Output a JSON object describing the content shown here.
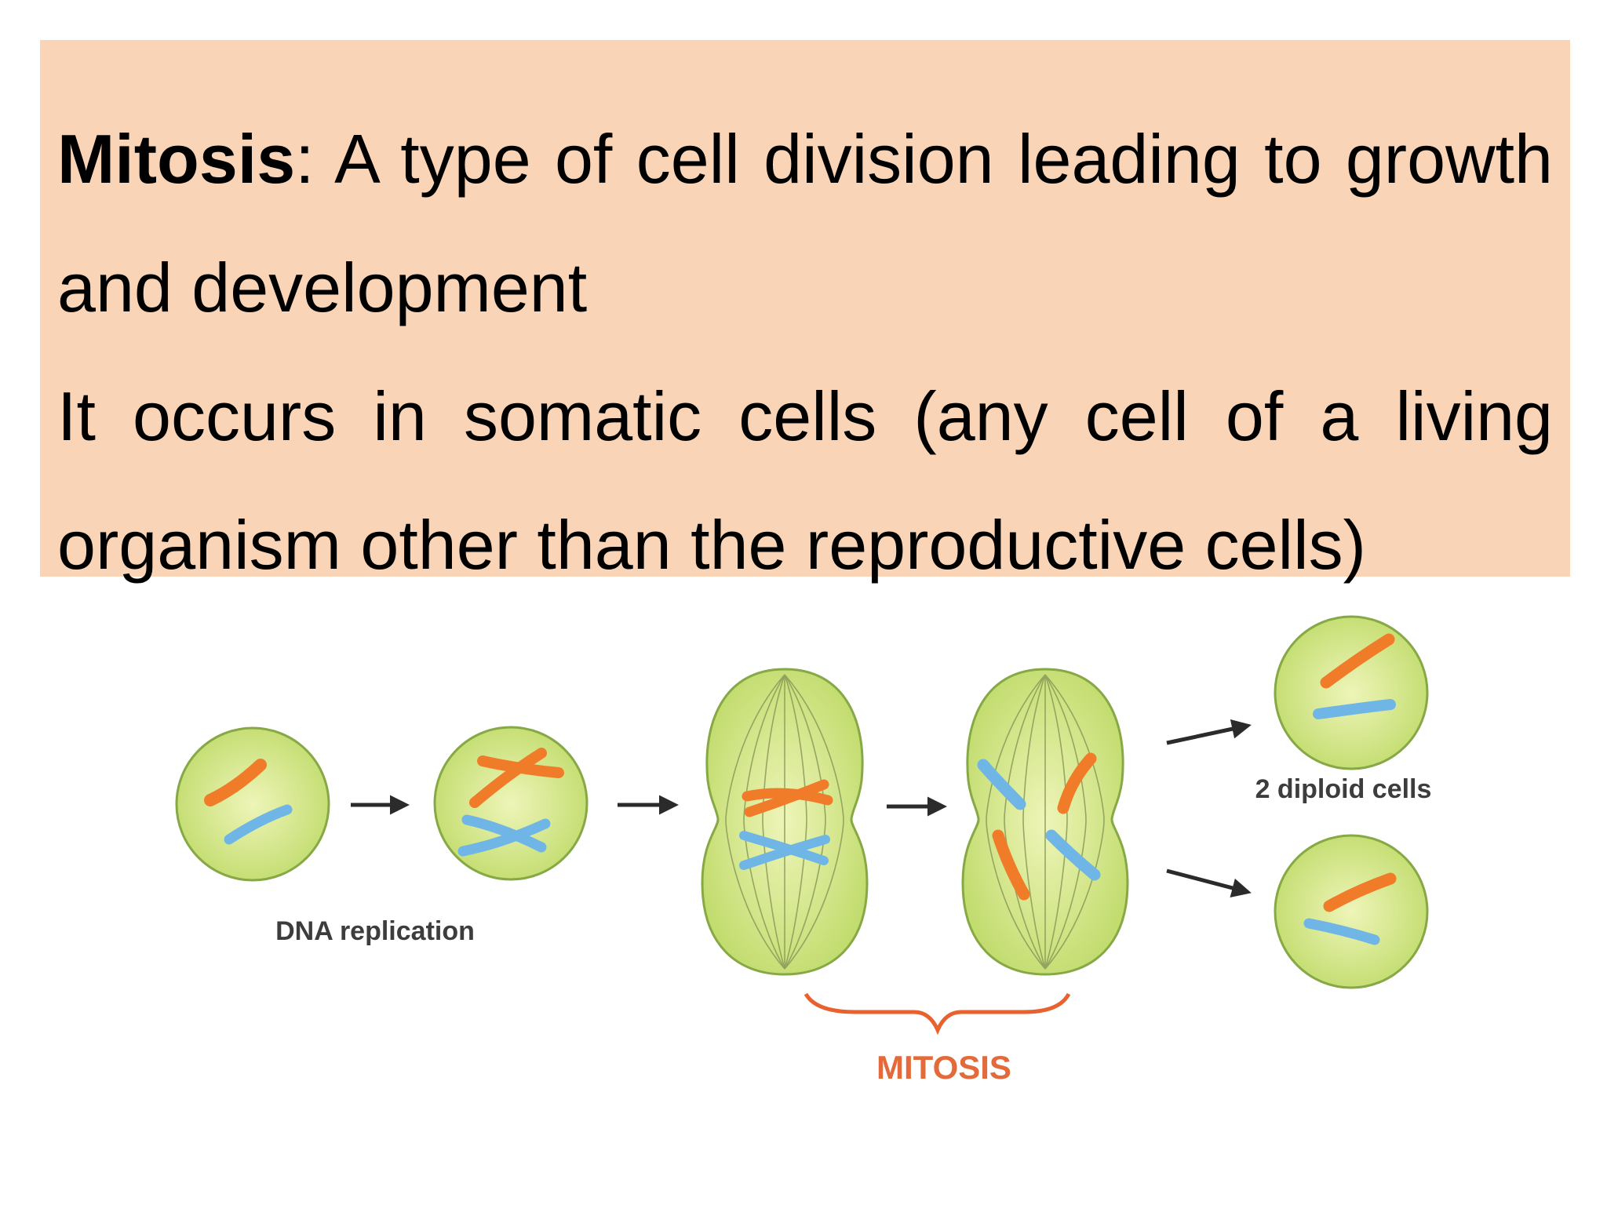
{
  "definition": {
    "term": "Mitosis",
    "line1_rest": ": A type of cell division leading to growth and development",
    "line2": "It occurs in somatic cells (any cell of a living organism other than the reproductive cells)"
  },
  "diagram": {
    "label_dna": "DNA replication",
    "label_mitosis": "MITOSIS",
    "label_daughters": "2 diploid cells"
  },
  "colors": {
    "box_bg": "#fad4b6",
    "cell_fill": "#c9e07a",
    "cell_stroke": "#7fa33c",
    "chromosome_orange": "#f07c2a",
    "chromosome_blue": "#6fb6e6",
    "label_mitosis": "#e36a3a",
    "label_dark": "#3d3d3d"
  }
}
